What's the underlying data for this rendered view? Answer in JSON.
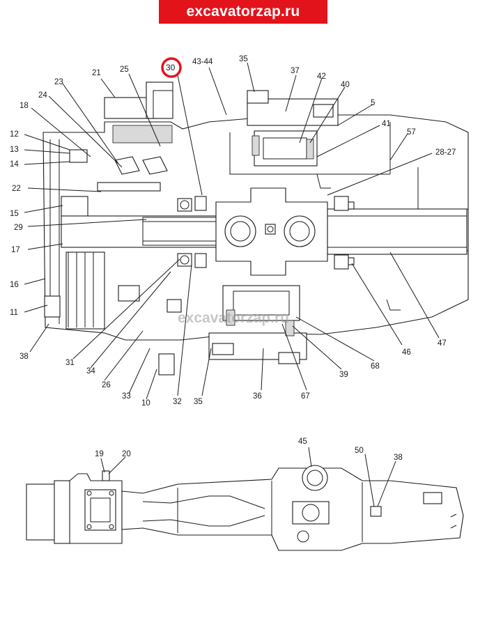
{
  "banner": {
    "text": "excavatorzap.ru",
    "color": "#e3131b"
  },
  "watermark": "excavatorzap.ru",
  "highlight": {
    "label": "30",
    "color": "#e3131b"
  },
  "labels": {
    "l21": "21",
    "l25": "25",
    "l43_44": "43-44",
    "l35a": "35",
    "l37": "37",
    "l42": "42",
    "l40": "40",
    "l5": "5",
    "l41": "41",
    "l57": "57",
    "l23": "23",
    "l24": "24",
    "l18": "18",
    "l12": "12",
    "l13": "13",
    "l14": "14",
    "l28_27": "28-27",
    "l22": "22",
    "l15": "15",
    "l29": "29",
    "l17": "17",
    "l16": "16",
    "l11": "11",
    "l38a": "38",
    "l31": "31",
    "l34": "34",
    "l26": "26",
    "l33": "33",
    "l10": "10",
    "l32": "32",
    "l35b": "35",
    "l36": "36",
    "l67": "67",
    "l39": "39",
    "l68": "68",
    "l46": "46",
    "l47": "47",
    "l19": "19",
    "l20": "20",
    "l45": "45",
    "l50": "50",
    "l38b": "38"
  }
}
